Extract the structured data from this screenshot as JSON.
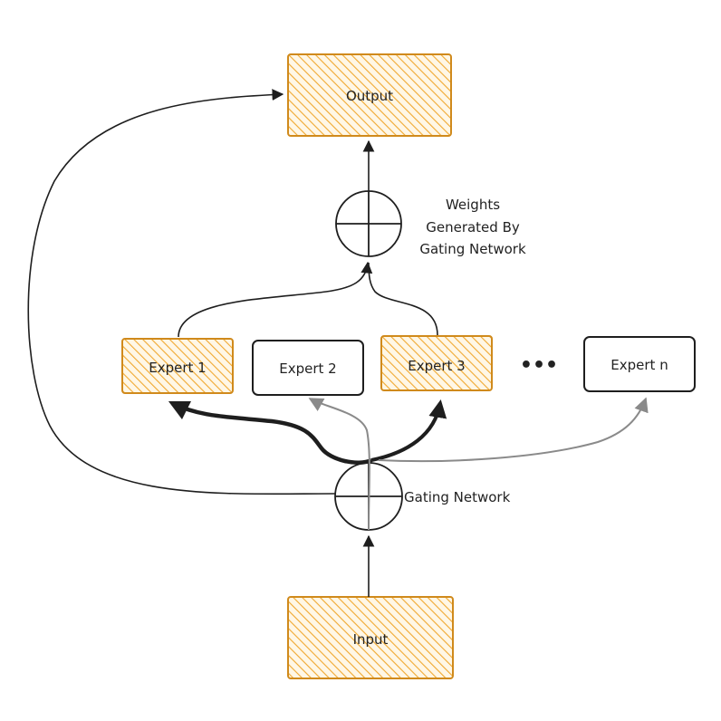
{
  "colors": {
    "accent_fill": "#f0a830",
    "accent_stroke": "#d08a1c",
    "ink": "#1e1e1e",
    "gray_arrow": "#8a8a8a"
  },
  "nodes": {
    "output": "Output",
    "input": "Input",
    "expert_1": "Expert 1",
    "expert_2": "Expert 2",
    "expert_3": "Expert 3",
    "ellipsis": "•••",
    "expert_n": "Expert n"
  },
  "labels": {
    "weights_line1": "Weights",
    "weights_line2": "Generated By",
    "weights_line3": "Gating Network",
    "gating_network": "Gating Network"
  }
}
